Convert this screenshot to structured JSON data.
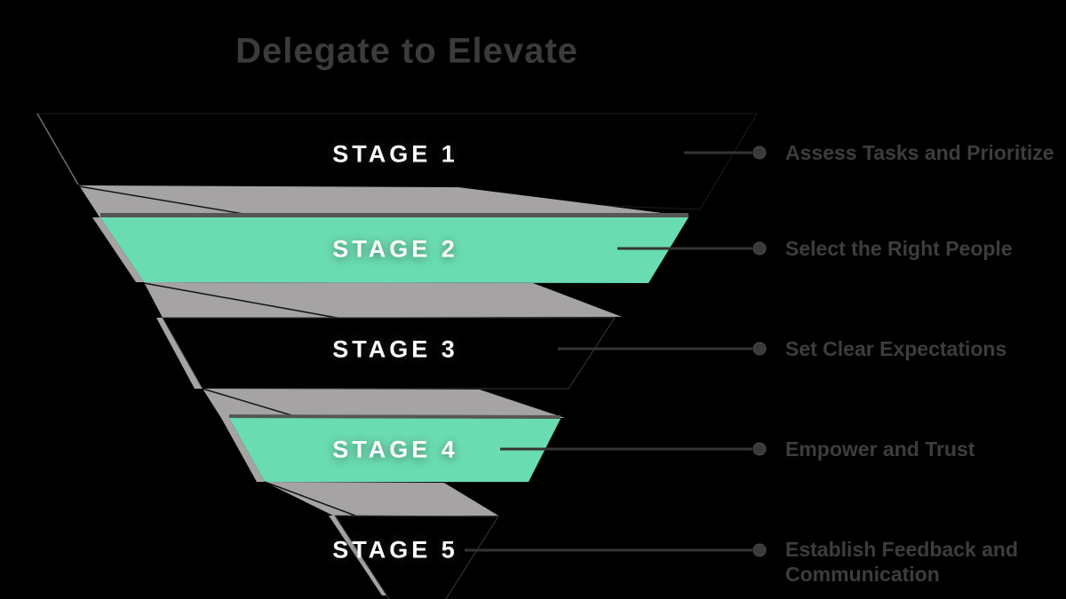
{
  "title": "Delegate to Elevate",
  "colors": {
    "background": "#000000",
    "green": "#69dcb1",
    "gray": "#a5a3a3",
    "dark_strip": "#565656",
    "label_text": "#3d3d3d",
    "stage_text": "#ffffff",
    "connector": "#353535",
    "dot": "#3a3a3a",
    "title_text": "#3b3b3b"
  },
  "stages": [
    {
      "label": "STAGE 1",
      "description": "Assess Tasks and Prioritize",
      "band_color": "black"
    },
    {
      "label": "STAGE 2",
      "description": "Select the Right People",
      "band_color": "green"
    },
    {
      "label": "STAGE 3",
      "description": "Set Clear Expectations",
      "band_color": "black"
    },
    {
      "label": "STAGE 4",
      "description": "Empower and Trust",
      "band_color": "green"
    },
    {
      "label": "STAGE 5",
      "description": "Establish Feedback and Communication",
      "band_color": "black"
    }
  ]
}
